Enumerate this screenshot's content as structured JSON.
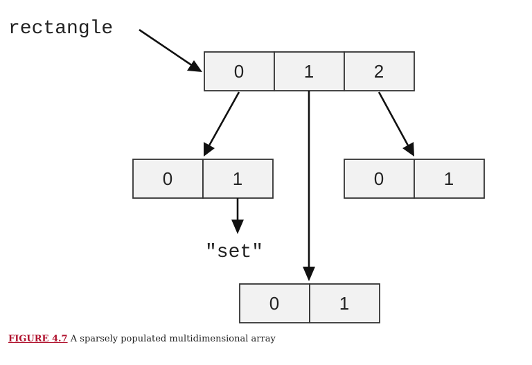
{
  "diagram": {
    "variable_name": "rectangle",
    "string_value": "\"set\"",
    "arrays": {
      "top": [
        "0",
        "1",
        "2"
      ],
      "left": [
        "0",
        "1"
      ],
      "right": [
        "0",
        "1"
      ],
      "bottom": [
        "0",
        "1"
      ]
    }
  },
  "caption": {
    "label": "FIGURE 4.7",
    "text": "A sparsely populated multidimensional array"
  }
}
